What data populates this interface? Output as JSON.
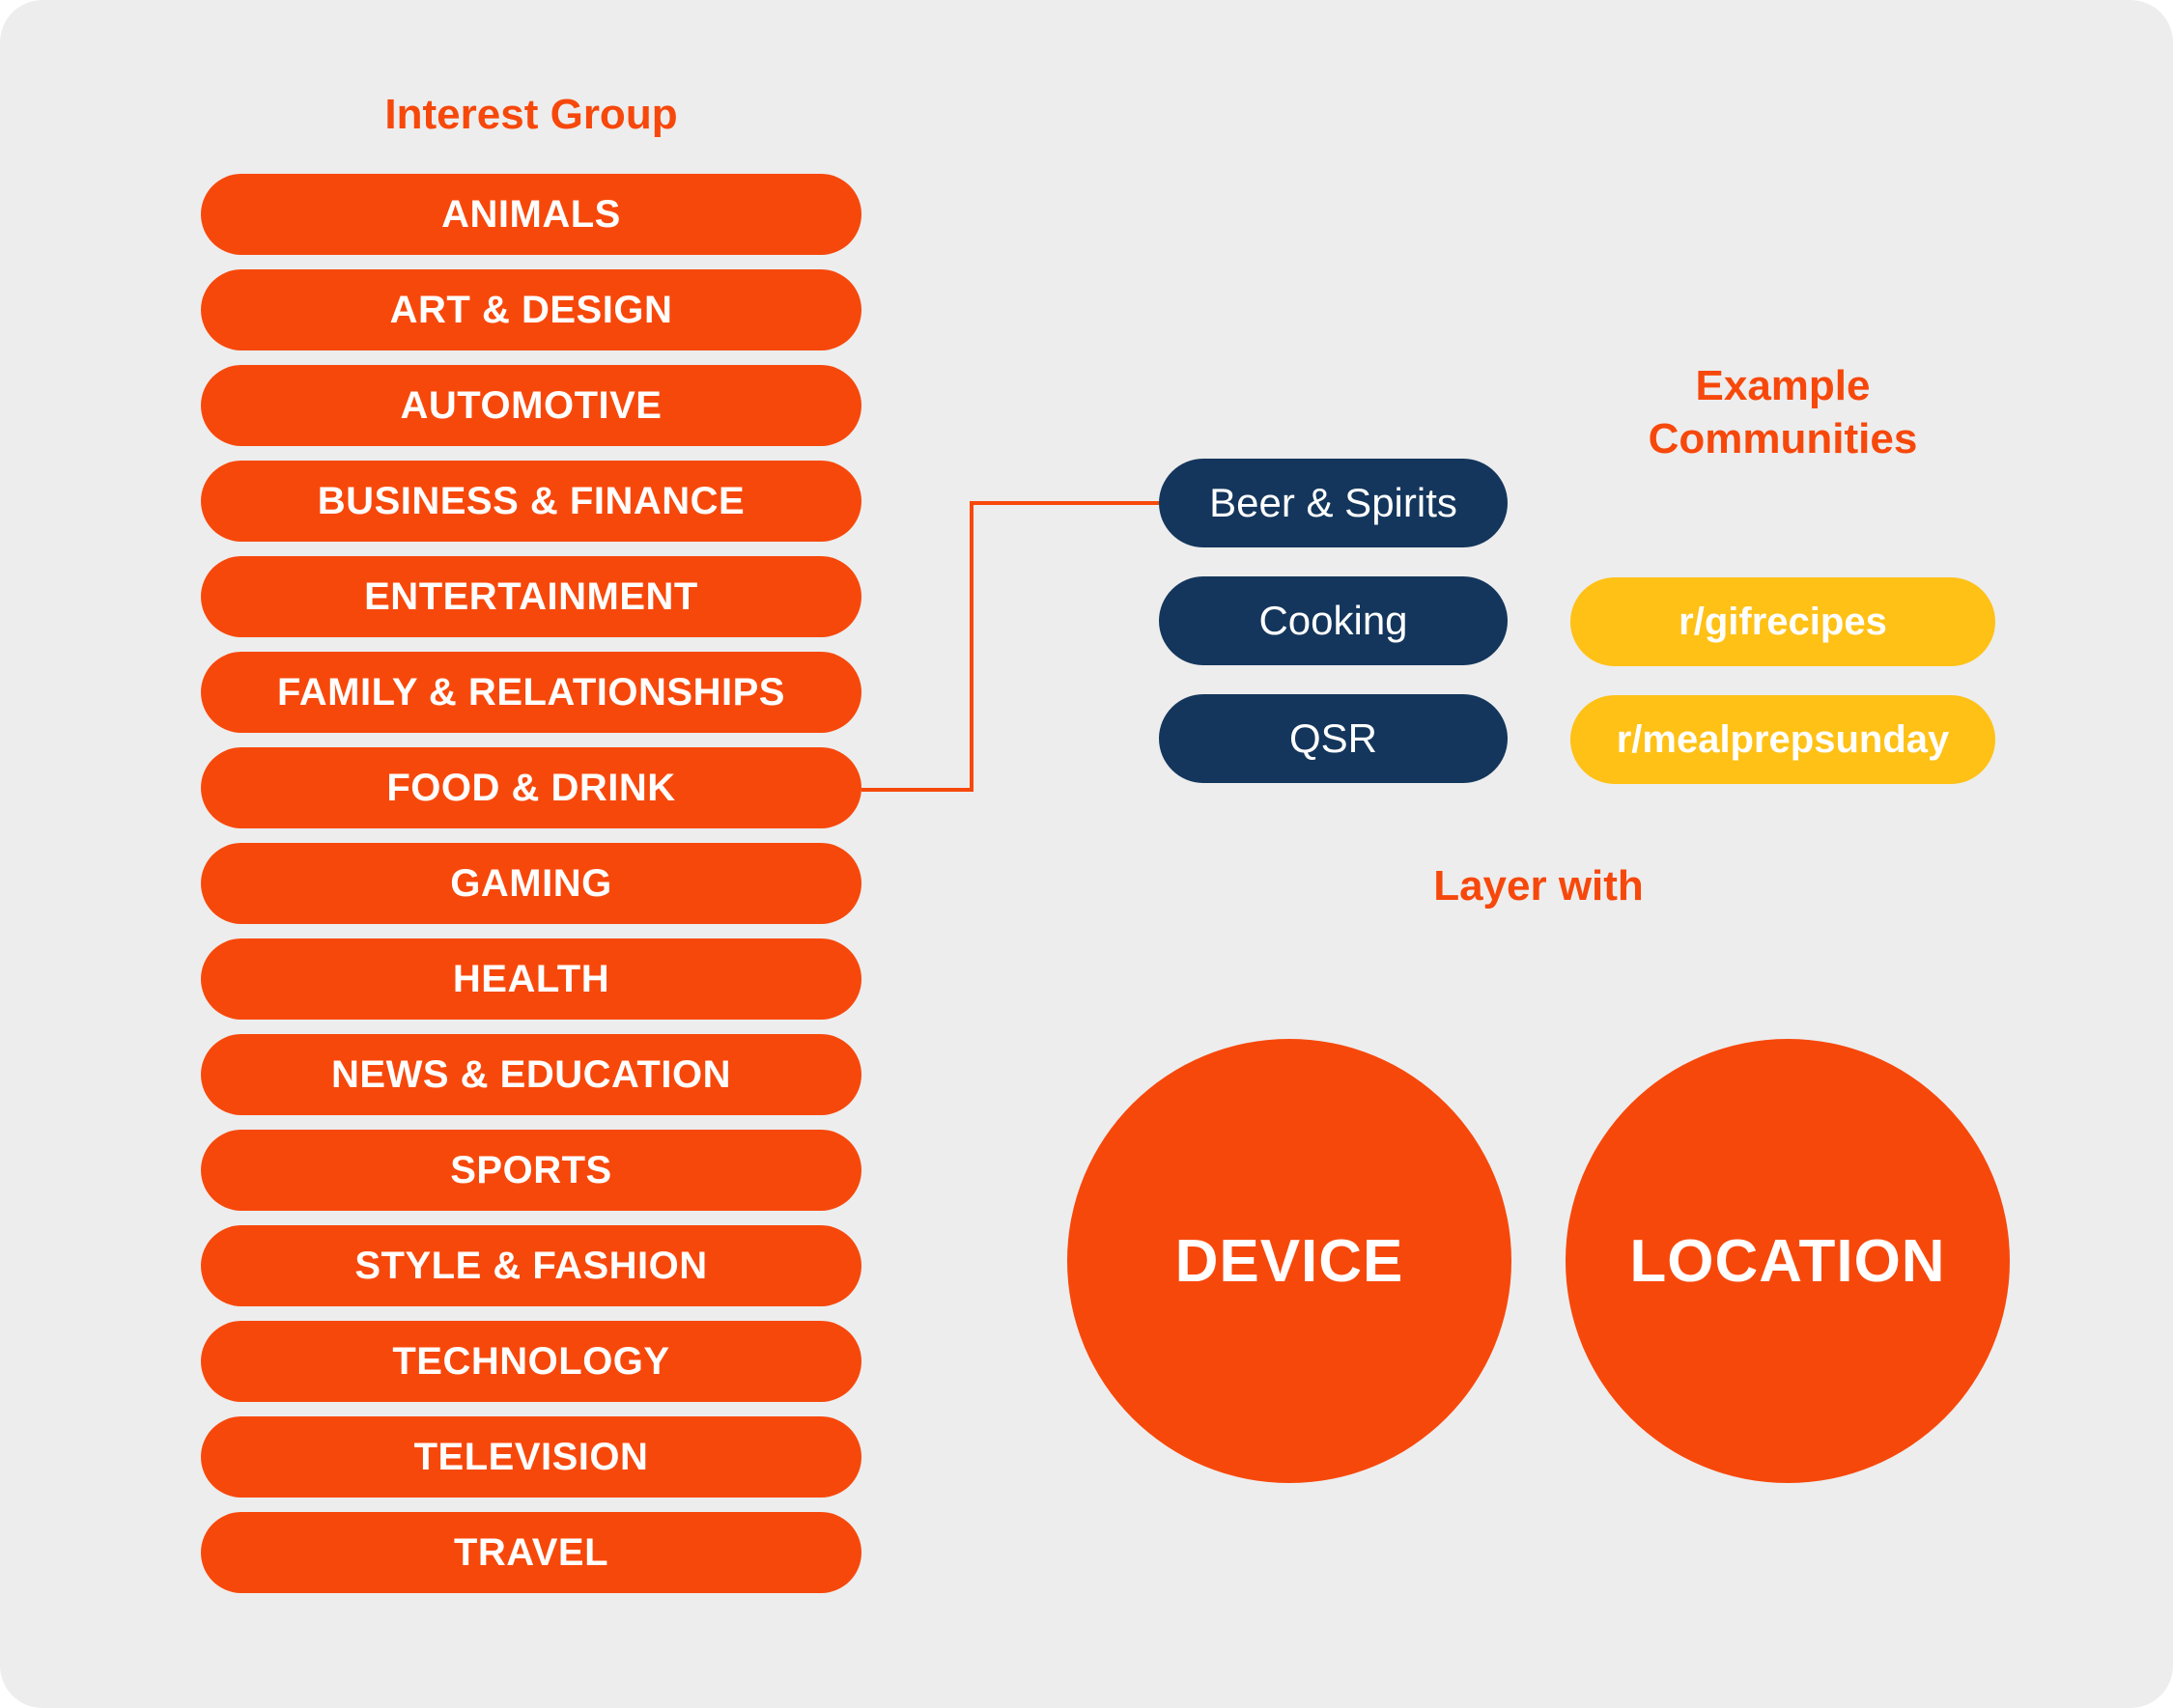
{
  "colors": {
    "orange": "#F7480B",
    "navy": "#14365C",
    "yellow": "#FFC116",
    "background": "#EDEDED"
  },
  "interest_group": {
    "title": "Interest Group",
    "items": [
      "ANIMALS",
      "ART & DESIGN",
      "AUTOMOTIVE",
      "BUSINESS & FINANCE",
      "ENTERTAINMENT",
      "FAMILY & RELATIONSHIPS",
      "FOOD & DRINK",
      "GAMING",
      "HEALTH",
      "NEWS & EDUCATION",
      "SPORTS",
      "STYLE & FASHION",
      "TECHNOLOGY",
      "TELEVISION",
      "TRAVEL"
    ],
    "highlighted": "FOOD & DRINK"
  },
  "subcategories": {
    "items": [
      "Beer & Spirits",
      "Cooking",
      "QSR"
    ]
  },
  "example_communities": {
    "title": "Example Communities",
    "items": [
      "r/gifrecipes",
      "r/mealprepsunday"
    ]
  },
  "layer_with": {
    "label": "Layer with",
    "circles": [
      "DEVICE",
      "LOCATION"
    ]
  }
}
